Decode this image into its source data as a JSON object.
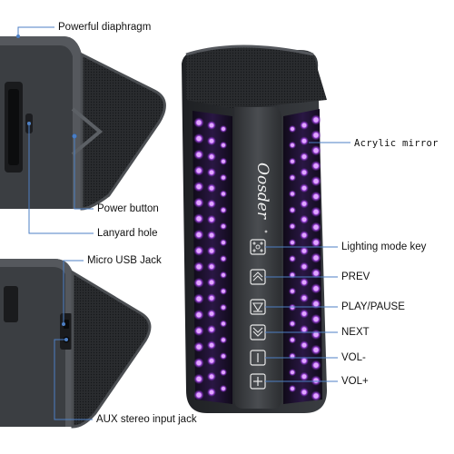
{
  "brand": "Oosder",
  "colors": {
    "body_dark": "#2e3033",
    "body_mid": "#45484c",
    "grille": "#26282b",
    "led": "#b44dff",
    "led_glow": "#e0a8ff",
    "leader_line": "#4d7fc4"
  },
  "callouts": {
    "powerful_diaphragm": "Powerful diaphragm",
    "power_button": "Power button",
    "lanyard_hole": "Lanyard hole",
    "micro_usb_jack": "Micro USB Jack",
    "aux_input_jack": "AUX stereo input jack",
    "acrylic_mirror": "Acrylic mirror",
    "lighting_mode_key": "Lighting mode key",
    "prev": "PREV",
    "play_pause": "PLAY/PAUSE",
    "next": "NEXT",
    "vol_minus": "VOL-",
    "vol_plus": "VOL+"
  },
  "control_icons": [
    "lighting-mode-icon",
    "prev-icon",
    "play-pause-icon",
    "next-icon",
    "volume-down-icon",
    "volume-up-icon"
  ]
}
